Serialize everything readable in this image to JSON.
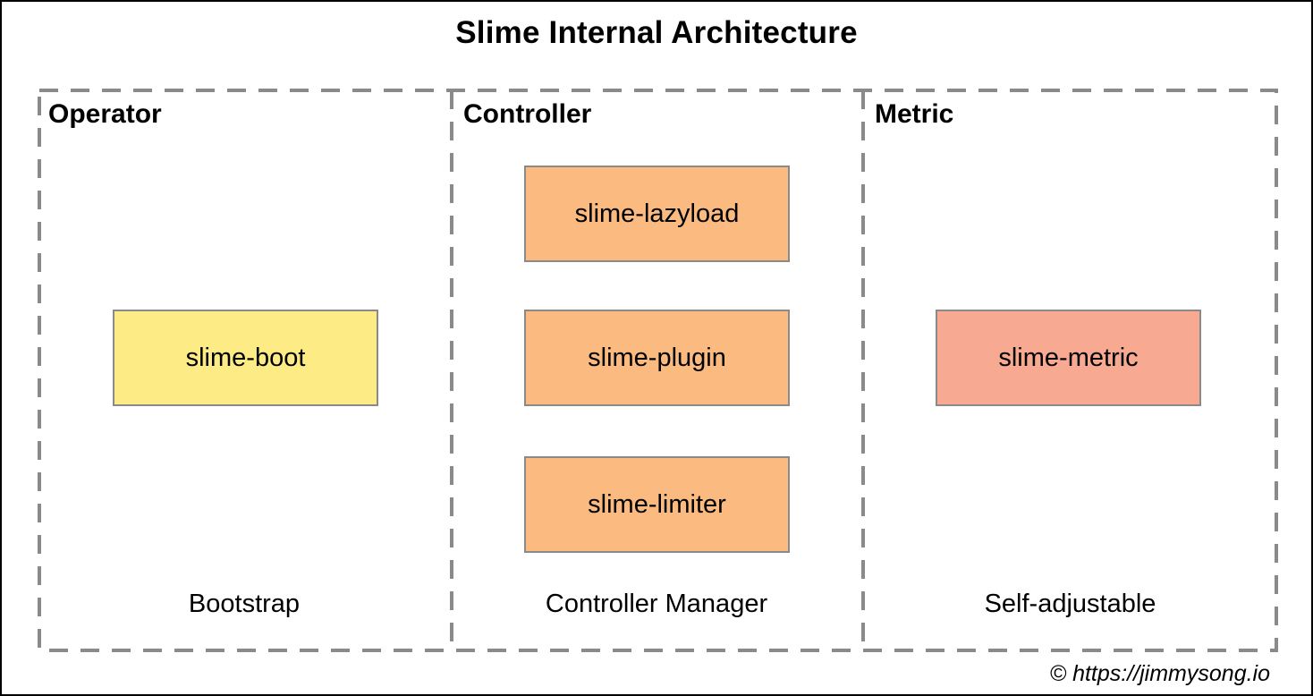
{
  "title": "Slime Internal Architecture",
  "copyright": "© https://jimmysong.io",
  "colors": {
    "frame": "#000000",
    "dash_border": "#8A8A8A",
    "box_border": "#8A8A8A",
    "yellow": "#FDEC85",
    "orange": "#FBBA80",
    "salmon": "#F7A992"
  },
  "sections": [
    {
      "label": "Operator",
      "footer": "Bootstrap",
      "boxes": [
        {
          "label": "slime-boot",
          "color": "yellow"
        }
      ]
    },
    {
      "label": "Controller",
      "footer": "Controller Manager",
      "boxes": [
        {
          "label": "slime-lazyload",
          "color": "orange"
        },
        {
          "label": "slime-plugin",
          "color": "orange"
        },
        {
          "label": "slime-limiter",
          "color": "orange"
        }
      ]
    },
    {
      "label": "Metric",
      "footer": "Self-adjustable",
      "boxes": [
        {
          "label": "slime-metric",
          "color": "salmon"
        }
      ]
    }
  ]
}
